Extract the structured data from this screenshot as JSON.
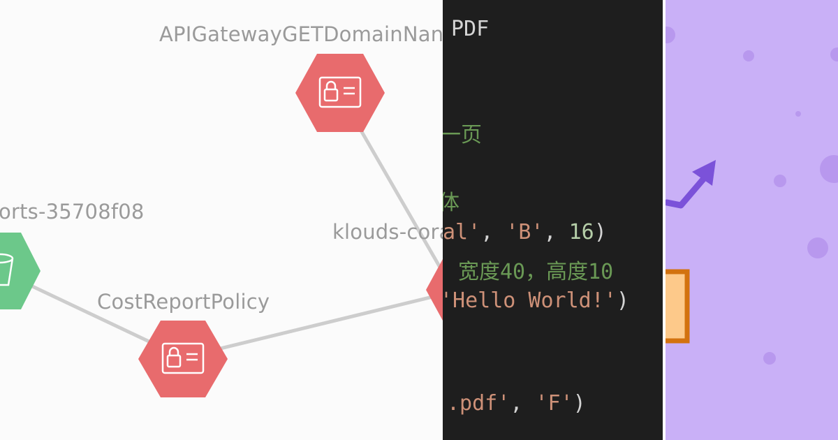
{
  "graph": {
    "nodes": [
      {
        "id": "api-gateway",
        "label": "APIGatewayGETDomainNan",
        "color": "#e86b6d"
      },
      {
        "id": "reports",
        "label": "orts-35708f08",
        "color": "#6cc88a"
      },
      {
        "id": "klouds",
        "label": "klouds-coral",
        "color": "#e86b6d"
      },
      {
        "id": "cost-report",
        "label": "CostReportPolicy",
        "color": "#e86b6d"
      }
    ],
    "edge_color": "#cdcdcd"
  },
  "code": {
    "line1": {
      "text": "PDF"
    },
    "line2": {
      "comment": "一页"
    },
    "line3": {
      "comment": "体"
    },
    "line4": {
      "a": "al'",
      "b": ", ",
      "c": "'B'",
      "d": ", ",
      "e": "16",
      "f": ")"
    },
    "line5": {
      "comment": "宽度40，高度10"
    },
    "line6": {
      "a": "'Hello World!'",
      "b": ")"
    },
    "line7": {
      "a": ".pdf'",
      "b": ", ",
      "c": "'F'",
      "d": ")"
    }
  },
  "art": {
    "background": "#c9b0f7",
    "arrow_color": "#7b52d9",
    "box_fill": "#fdc98a",
    "box_border": "#d3720f"
  }
}
